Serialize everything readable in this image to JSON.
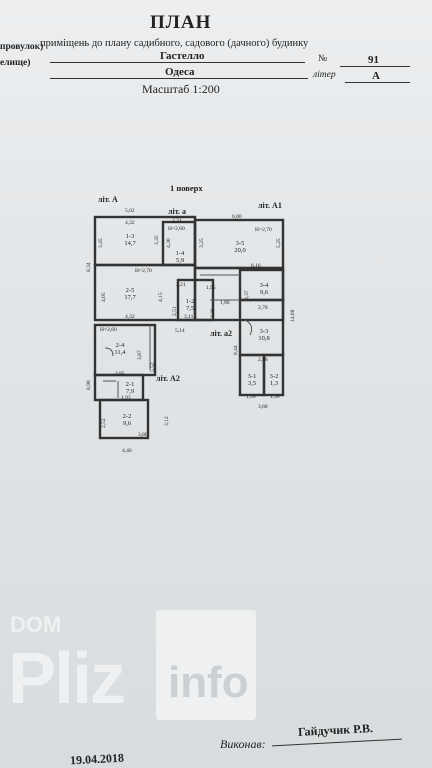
{
  "header": {
    "title": "ПЛАН",
    "subtitle": "приміщень до плану садибного, садового (дачного) будинку",
    "row1_left": "провулок)",
    "row1_value": "Гастелло",
    "row1_num_label": "№",
    "row1_num_value": "91",
    "row2_left": "елище)",
    "row2_value": "Одеса",
    "row2_lit_label": "літер",
    "row2_lit_value": "А",
    "scale": "Масштаб 1:200"
  },
  "plan": {
    "floor": "1 поверх",
    "lit_labels": [
      "літ. А",
      "літ. а",
      "літ. А1",
      "літ. а2",
      "літ. А2"
    ],
    "rooms": [
      {
        "id": "1-3",
        "area": "14,7"
      },
      {
        "id": "1-4",
        "area": "5,9"
      },
      {
        "id": "3-5",
        "area": "20,0"
      },
      {
        "id": "2-5",
        "area": "17,7"
      },
      {
        "id": "1-2",
        "area": "7,5"
      },
      {
        "id": "3-4",
        "area": "9,6"
      },
      {
        "id": "3-3",
        "area": "10,8"
      },
      {
        "id": "2-4",
        "area": "11,4"
      },
      {
        "id": "2-1",
        "area": "7,9"
      },
      {
        "id": "2-2",
        "area": "9,6"
      },
      {
        "id": "3-1",
        "area": "3,5"
      },
      {
        "id": "3-2",
        "area": "1,3"
      }
    ],
    "dims": [
      "5,02",
      "4,32",
      "2,21",
      "6,80",
      "3,45",
      "3,35",
      "4,30",
      "3,25",
      "5,25",
      "8,34",
      "H=2,70",
      "H=2,60",
      "H=2,70",
      "4,05",
      "4,15",
      "2,21",
      "6,16",
      "1,95",
      "1,86",
      "2,78",
      "14,08",
      "5,14",
      "3,11",
      "4,32",
      "H=2,60",
      "5,52",
      "3,87",
      "8,90",
      "2,95",
      "1,93",
      "8,44",
      "2,88",
      "1,50",
      "1,30",
      "3,68",
      "2,52",
      "3,12",
      "3,80",
      "4,40",
      "2,38",
      "3,37",
      "2,51"
    ]
  },
  "watermark": {
    "dom": "DOM",
    "pliz": "Pliz",
    "info": "info"
  },
  "footer": {
    "sign_label": "Виконав:",
    "sign_name": "Гайдучик Р.В.",
    "date": "19.04.2018"
  }
}
